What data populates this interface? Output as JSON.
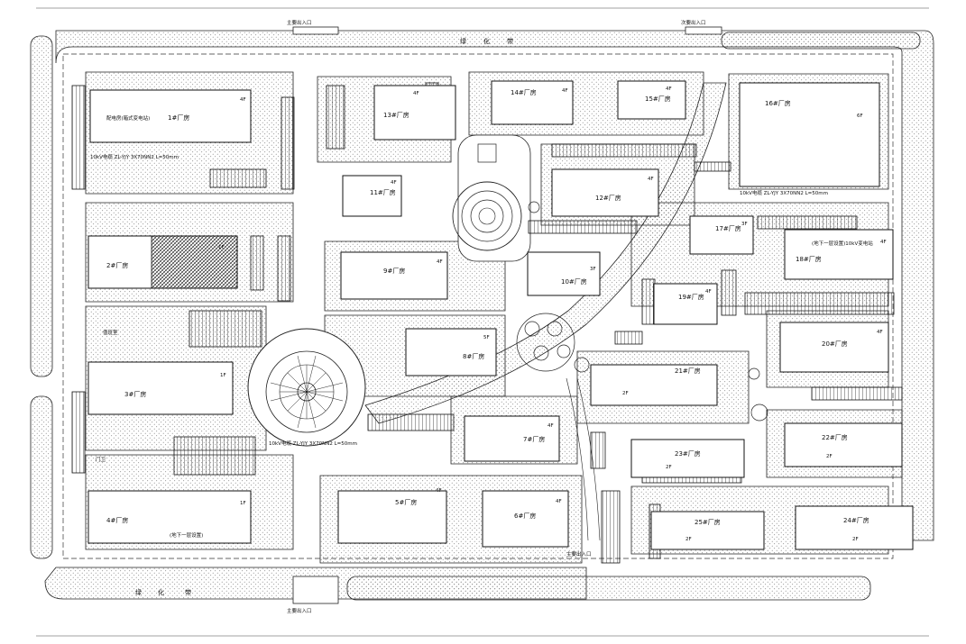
{
  "site": {
    "entrances": {
      "top_left": "主要出入口",
      "top_right": "次要出入口",
      "bottom_left": "主要出入口",
      "bottom_right": "主要出入口"
    },
    "greenbelt": {
      "top": [
        "绿",
        "化",
        "带"
      ],
      "bottom": [
        "绿",
        "化",
        "带"
      ]
    },
    "guard_labels": [
      "值班室",
      "门卫"
    ],
    "annotations": {
      "substation_1": "配电房(箱式变电站)",
      "cable_1": "10kV电缆 ZL-YJY 3X70NN2 L=50mm",
      "cable_2": "10kV电缆 ZL-YJY 3X70NN2 L=50mm",
      "cable_3": "10kV电缆 ZL-YJY 3X70NN2 L=50mm",
      "basement_1": "(地下一层设置)",
      "basement_2": "(地下一层设置)10kV变电站",
      "substation_2": "(地下一层设置)10kV变电站"
    }
  },
  "buildings": [
    {
      "id": "b1",
      "label": "1#厂房",
      "floors": "4F"
    },
    {
      "id": "b2",
      "label": "2#厂房",
      "floors": "1F"
    },
    {
      "id": "b3",
      "label": "3#厂房",
      "floors": "1F"
    },
    {
      "id": "b4",
      "label": "4#厂房",
      "floors": "1F"
    },
    {
      "id": "b5",
      "label": "5#厂房",
      "floors": "4F"
    },
    {
      "id": "b6",
      "label": "6#厂房",
      "floors": "4F"
    },
    {
      "id": "b7",
      "label": "7#厂房",
      "floors": "4F"
    },
    {
      "id": "b8",
      "label": "8#厂房",
      "floors": "5F"
    },
    {
      "id": "b9",
      "label": "9#厂房",
      "floors": "4F"
    },
    {
      "id": "b10",
      "label": "10#厂房",
      "floors": "3F"
    },
    {
      "id": "b11",
      "label": "11#厂房",
      "floors": "4F"
    },
    {
      "id": "b12",
      "label": "12#厂房",
      "floors": "4F"
    },
    {
      "id": "b13",
      "label": "13#厂房",
      "floors": "4F"
    },
    {
      "id": "b14",
      "label": "14#厂房",
      "floors": "4F"
    },
    {
      "id": "b15",
      "label": "15#厂房",
      "floors": "4F"
    },
    {
      "id": "b16",
      "label": "16#厂房",
      "floors": "6F"
    },
    {
      "id": "b17",
      "label": "17#厂房",
      "floors": "3F"
    },
    {
      "id": "b18",
      "label": "18#厂房",
      "floors": "4F"
    },
    {
      "id": "b19",
      "label": "19#厂房",
      "floors": "4F"
    },
    {
      "id": "b20",
      "label": "20#厂房",
      "floors": "4F"
    },
    {
      "id": "b21",
      "label": "21#厂房",
      "floors": "2F"
    },
    {
      "id": "b22",
      "label": "22#厂房",
      "floors": "2F"
    },
    {
      "id": "b23",
      "label": "23#厂房",
      "floors": "2F"
    },
    {
      "id": "b24",
      "label": "24#厂房",
      "floors": "2F"
    },
    {
      "id": "b25",
      "label": "25#厂房",
      "floors": "2F"
    }
  ]
}
